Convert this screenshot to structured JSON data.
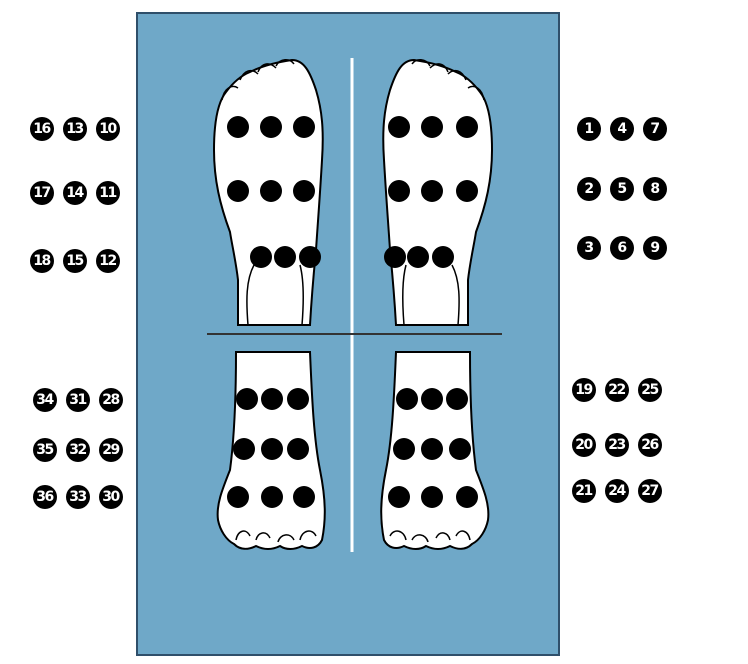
{
  "colors": {
    "panel": "#6fa8c8",
    "panel_border": "#2f4f6a",
    "foot_fill": "#ffffff",
    "foot_outline": "#000000",
    "dot": "#000000",
    "guide_line": "#ffffff",
    "guide_line_dark": "#333333"
  },
  "label_groups": {
    "top_left": [
      [
        "16",
        "13",
        "10"
      ],
      [
        "17",
        "14",
        "11"
      ],
      [
        "18",
        "15",
        "12"
      ]
    ],
    "top_right": [
      [
        "1",
        "4",
        "7"
      ],
      [
        "2",
        "5",
        "8"
      ],
      [
        "3",
        "6",
        "9"
      ]
    ],
    "bottom_left": [
      [
        "34",
        "31",
        "28"
      ],
      [
        "35",
        "32",
        "29"
      ],
      [
        "36",
        "33",
        "30"
      ]
    ],
    "bottom_right": [
      [
        "19",
        "22",
        "25"
      ],
      [
        "20",
        "23",
        "26"
      ],
      [
        "21",
        "24",
        "27"
      ]
    ]
  },
  "feet": [
    {
      "name": "left-foot-sole",
      "view": "sole",
      "mirror": false
    },
    {
      "name": "right-foot-sole",
      "view": "sole",
      "mirror": true
    },
    {
      "name": "left-foot-top",
      "view": "top",
      "mirror": false
    },
    {
      "name": "right-foot-top",
      "view": "top",
      "mirror": true
    }
  ]
}
